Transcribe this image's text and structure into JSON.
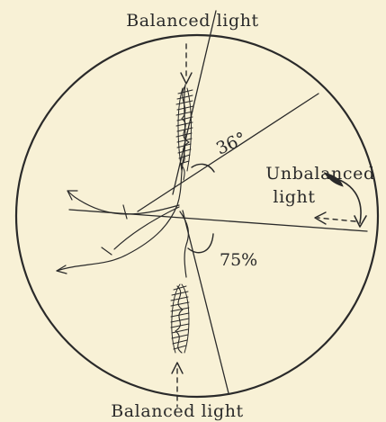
{
  "labels": {
    "top": "Balanced light",
    "bottom": "Balanced light",
    "unbalanced_line1": "Unbalanced",
    "unbalanced_line2": "light",
    "upper_angle": "36°",
    "lower_angle": "75%"
  },
  "colors": {
    "background": "#f8f1d6",
    "ink": "#2a2a2a"
  }
}
